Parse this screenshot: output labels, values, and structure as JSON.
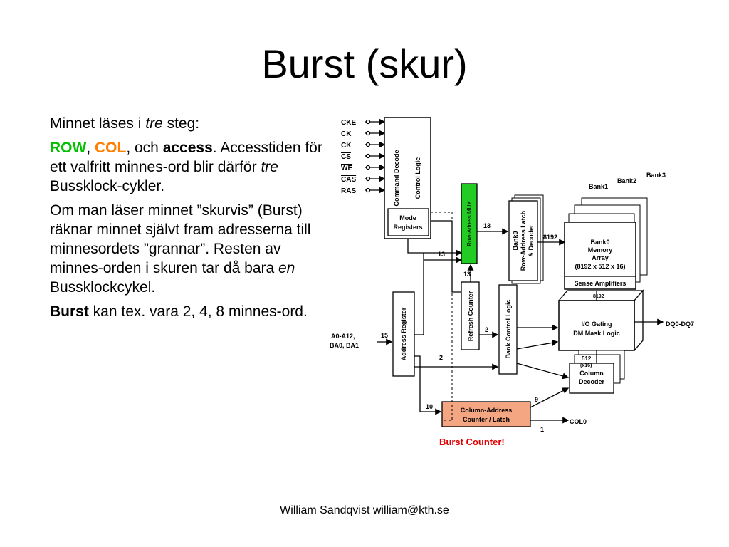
{
  "title": "Burst (skur)",
  "body": {
    "p1": {
      "a": "Minnet läses i ",
      "em": "tre",
      "b": " steg:"
    },
    "p2": {
      "row": "ROW",
      "sep1": ", ",
      "col": "COL",
      "sep2": ", och ",
      "access": "access",
      "rest1": ". Accesstiden för ett valfritt minnes-ord blir därför ",
      "em": "tre",
      "rest2": " Bussklock-cykler."
    },
    "p3": {
      "a": "Om man läser minnet ”skurvis” (Burst) räknar minnet självt fram adresserna till minnesordets ”grannar”. Resten av minnes-orden i skuren tar då bara ",
      "em": "en",
      "b": " Bussklockcykel."
    },
    "p4": {
      "strong": "Burst",
      "rest": " kan tex. vara 2, 4, 8 minnes-ord."
    }
  },
  "diagram": {
    "signals": [
      "CKE",
      "CK",
      "CK",
      "CS",
      "WE",
      "CAS",
      "RAS"
    ],
    "command_decode": "Command Decode",
    "control_logic": "Control Logic",
    "mode_registers": [
      "Mode",
      "Registers"
    ],
    "row_mux": "Row-Adress MUX",
    "latch": [
      "Bank0",
      "Row-Address Latch",
      "& Decoder"
    ],
    "banks": [
      "Bank1",
      "Bank2",
      "Bank3"
    ],
    "memory_array": [
      "Bank0",
      "Memory",
      "Array",
      "(8192 x 512 x 16)"
    ],
    "sense_amplifiers": "Sense Amplifiers",
    "io_gating": [
      "I/O Gating",
      "DM Mask Logic"
    ],
    "dq": "DQ0-DQ7",
    "refresh_counter": "Refresh Counter",
    "bank_control_logic": "Bank Control Logic",
    "address_register": "Address Register",
    "address_inputs": [
      "A0-A12,",
      "BA0, BA1"
    ],
    "column_decoder": [
      "Column",
      "Decoder"
    ],
    "col_counter": [
      "Column-Address",
      "Counter / Latch"
    ],
    "col0": "COL0",
    "burst_counter": "Burst Counter!",
    "numbers": {
      "n13a": "13",
      "n13b": "13",
      "n13c": "13",
      "n8192": "8192",
      "n15": "15",
      "n2a": "2",
      "n2b": "2",
      "n10": "10",
      "n9": "9",
      "n1": "1",
      "n512": "512",
      "nx16": "(x16)",
      "n8192v": "8192"
    }
  },
  "footer": "William Sandqvist  william@kth.se",
  "colors": {
    "row": "#00c000",
    "col": "#ff8000",
    "mux": "#22cc22",
    "counter": "#f4a582",
    "burst": "#e00000"
  }
}
